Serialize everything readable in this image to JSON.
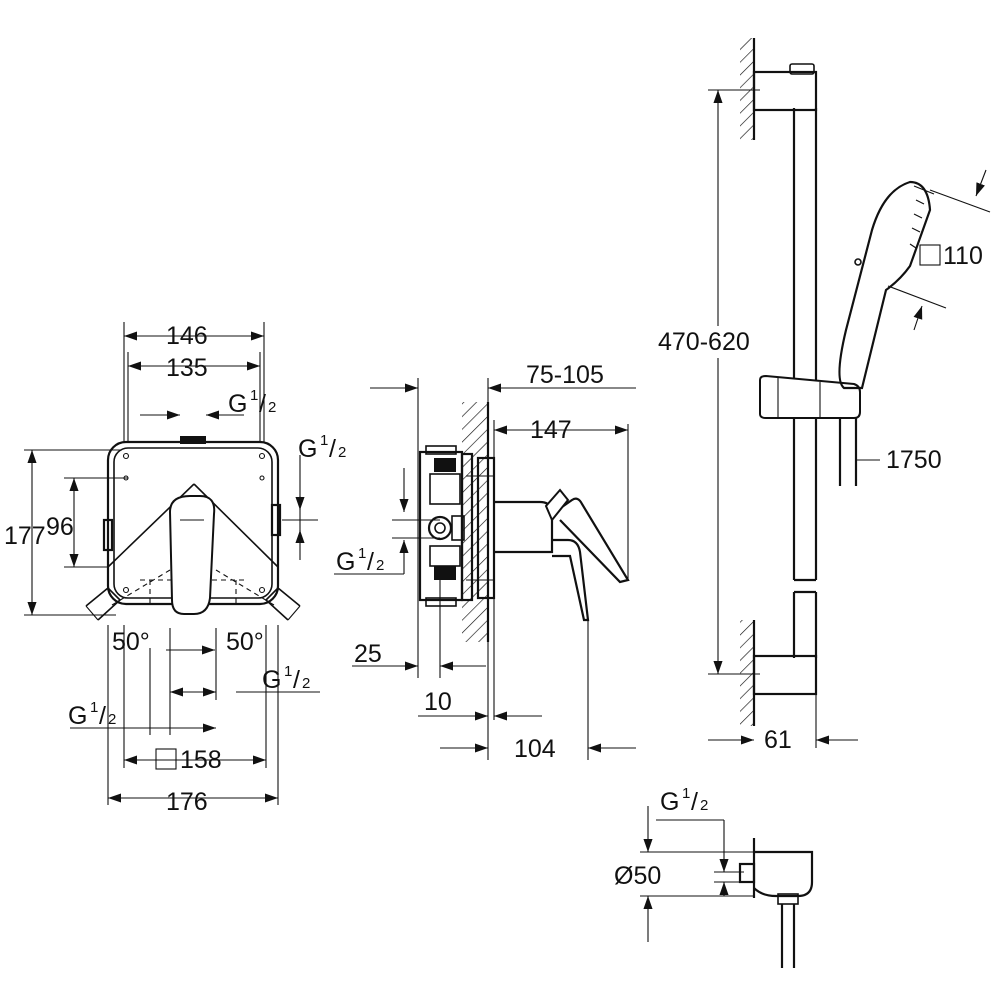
{
  "drawing": {
    "front_view": {
      "width_outer": "146",
      "width_inner": "135",
      "height_total": "177",
      "height_inner": "96",
      "thread_top": {
        "base": "G",
        "num": "1",
        "den": "2"
      },
      "thread_right": {
        "base": "G",
        "num": "1",
        "den": "2"
      },
      "angle_left": "50°",
      "angle_right": "50°",
      "thread_bottom_left": {
        "base": "G",
        "num": "1",
        "den": "2"
      },
      "thread_bottom_right": {
        "base": "G",
        "num": "1",
        "den": "2"
      },
      "plate_size": "158",
      "base_width": "176"
    },
    "side_view": {
      "depth_range": "75-105",
      "projection": "147",
      "thread": {
        "base": "G",
        "num": "1",
        "den": "2"
      },
      "wall_offset": "25",
      "plate_thickness": "10",
      "lever_depth": "104"
    },
    "shower_rail": {
      "rail_height": "470-620",
      "head_size": "110",
      "hose_length": "1750",
      "wall_distance": "61"
    },
    "wall_outlet": {
      "thread": {
        "base": "G",
        "num": "1",
        "den": "2"
      },
      "diameter": "Ø50"
    }
  }
}
